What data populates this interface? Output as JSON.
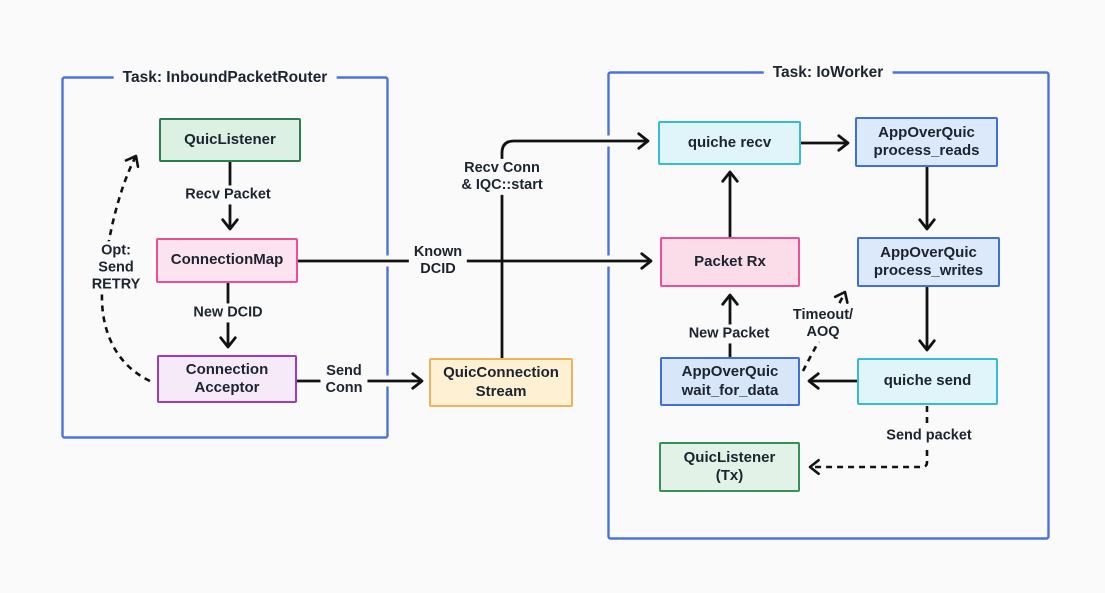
{
  "page": {
    "colors": {
      "bg": "#fafafa",
      "line": "#121212",
      "task-border": "#4b74d8",
      "text": "#1b2430"
    }
  },
  "tasks": [
    {
      "id": "inbound-packet-router",
      "title": "Task: InboundPacketRouter"
    },
    {
      "id": "io-worker",
      "title": "Task: IoWorker"
    }
  ],
  "nodes": [
    {
      "id": "quic-listener",
      "label": "QuicListener",
      "fill": "#dcf0e3",
      "border": "#2e7d4f"
    },
    {
      "id": "connection-map",
      "label": "ConnectionMap",
      "fill": "#fce3f0",
      "border": "#ec4f96"
    },
    {
      "id": "connection-acceptor",
      "label": "Connection\nAcceptor",
      "fill": "#f6eaf9",
      "border": "#9d3bc0"
    },
    {
      "id": "quic-connection-stream",
      "label": "QuicConnection\nStream",
      "fill": "#fdf0d3",
      "border": "#f0b35c"
    },
    {
      "id": "quiche-recv",
      "label": "quiche recv",
      "fill": "#e0f5f9",
      "border": "#39bad1"
    },
    {
      "id": "aoq-process-reads",
      "label": "AppOverQuic\nprocess_reads",
      "fill": "#dce9fb",
      "border": "#3f6fd8"
    },
    {
      "id": "packet-rx",
      "label": "Packet Rx",
      "fill": "#fbdde9",
      "border": "#ec4f96"
    },
    {
      "id": "aoq-process-writes",
      "label": "AppOverQuic\nprocess_writes",
      "fill": "#dce9fb",
      "border": "#3f6fd8"
    },
    {
      "id": "aoq-wait-for-data",
      "label": "AppOverQuic\nwait_for_data",
      "fill": "#d8e6fa",
      "border": "#3f6fd8"
    },
    {
      "id": "quiche-send",
      "label": "quiche send",
      "fill": "#e0f5f9",
      "border": "#39bad1"
    },
    {
      "id": "quic-listener-tx",
      "label": "QuicListener\n(Tx)",
      "fill": "#e2f2e7",
      "border": "#349158"
    }
  ],
  "edge_labels": [
    {
      "id": "recv-packet",
      "text": "Recv Packet"
    },
    {
      "id": "new-dcid",
      "text": "New DCID"
    },
    {
      "id": "opt-send-retry",
      "text": "Opt:\nSend\nRETRY"
    },
    {
      "id": "send-conn",
      "text": "Send\nConn"
    },
    {
      "id": "known-dcid",
      "text": "Known\nDCID"
    },
    {
      "id": "recv-conn-iqc",
      "text": "Recv Conn\n& IQC::start"
    },
    {
      "id": "new-packet",
      "text": "New Packet"
    },
    {
      "id": "timeout-aoq",
      "text": "Timeout/\nAOQ"
    },
    {
      "id": "send-packet",
      "text": "Send packet"
    }
  ]
}
